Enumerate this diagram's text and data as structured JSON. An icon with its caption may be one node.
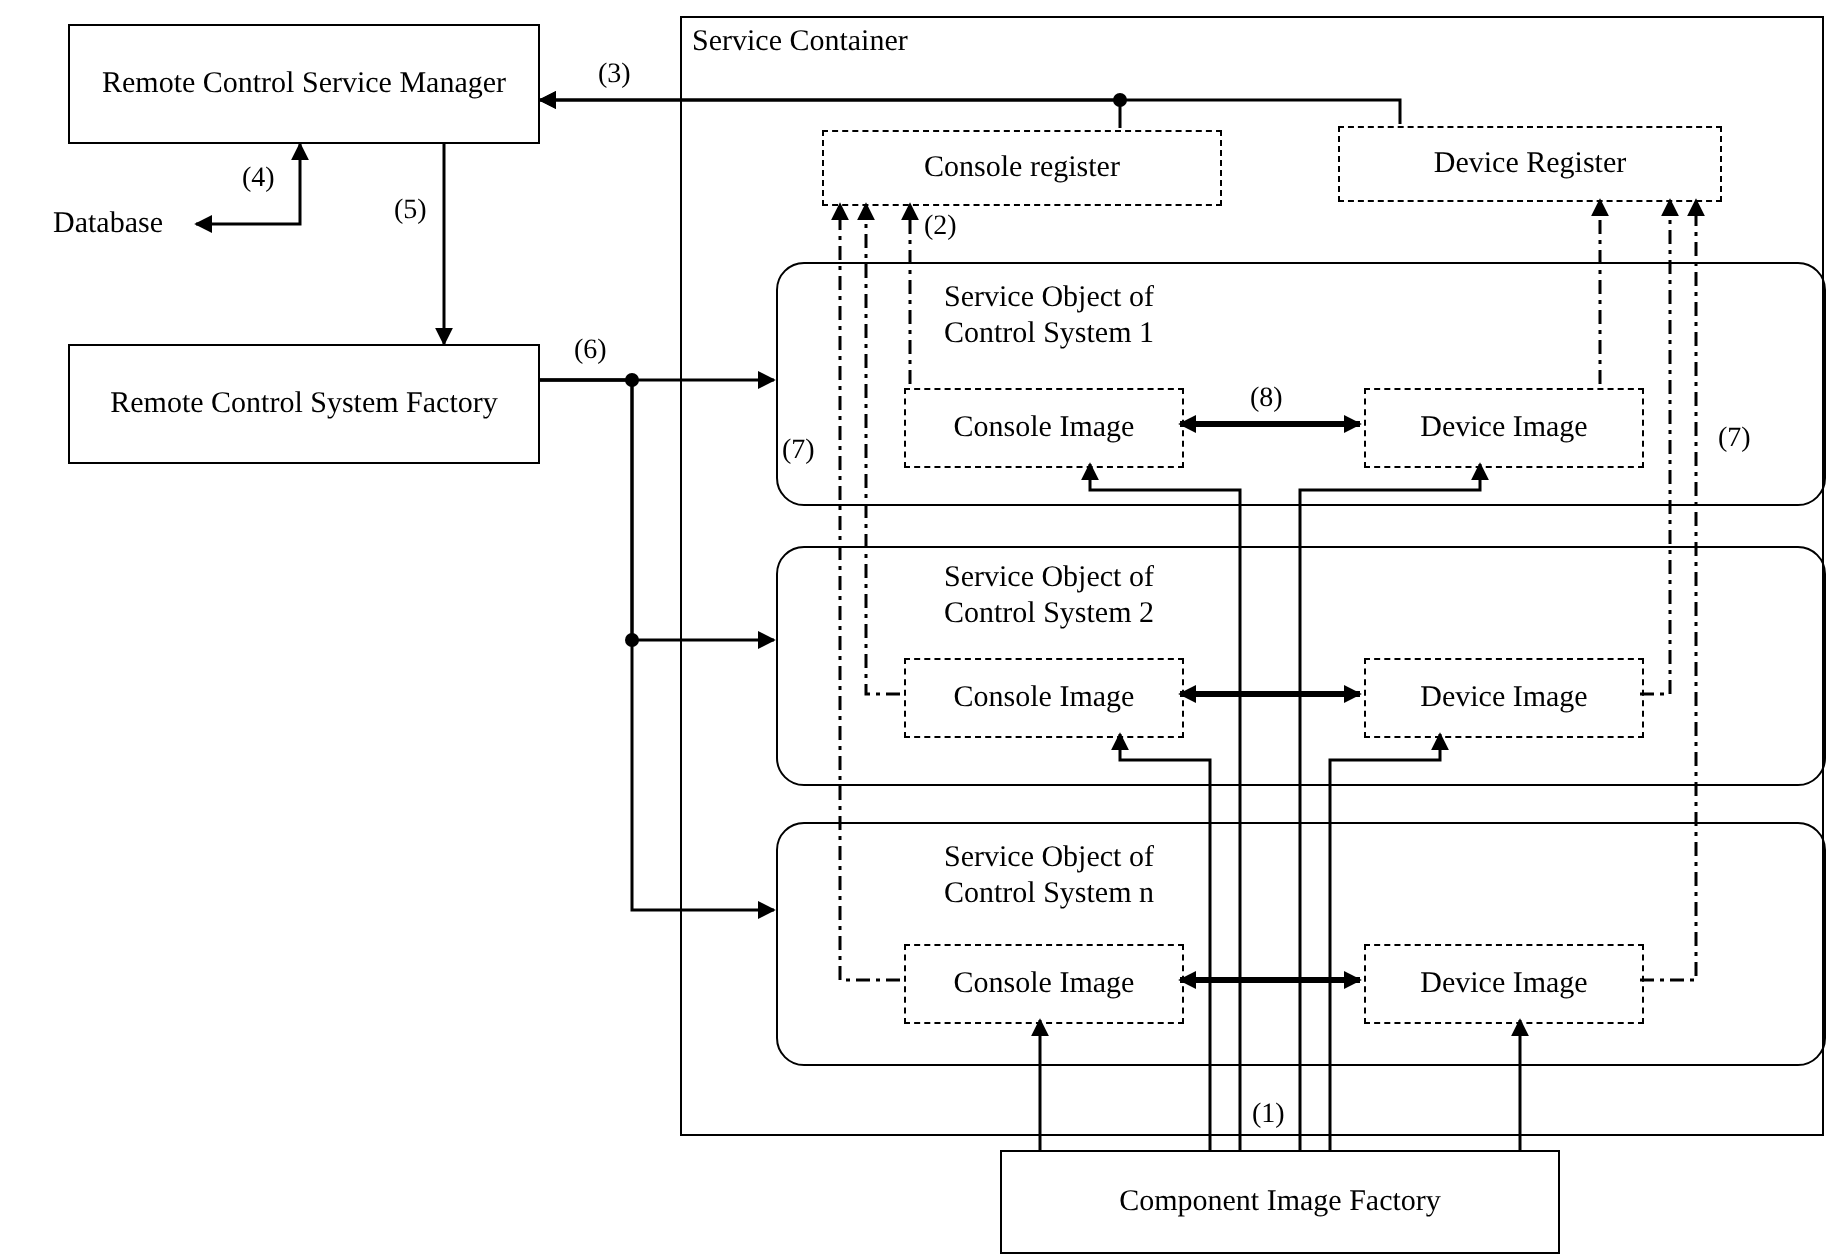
{
  "diagram": {
    "nodes": [
      {
        "text": [
          "Remote Control Service Manager"
        ]
      },
      {
        "text": [
          "Database"
        ]
      },
      {
        "text": [
          "Remote Control System Factory"
        ]
      },
      {
        "text": [
          "Service Container"
        ]
      },
      {
        "text": [
          "Console register"
        ],
        "in": 3
      },
      {
        "text": [
          "Device Register"
        ],
        "in": 3
      },
      {
        "text": [
          "Service Object of Control System 1"
        ],
        "in": 3
      },
      {
        "text": [
          "Console Image"
        ],
        "in": 6
      },
      {
        "text": [
          "Device Image"
        ],
        "in": 6
      },
      {
        "text": [
          "Service Object of Control System 2"
        ],
        "in": 3
      },
      {
        "text": [
          "Console Image"
        ],
        "in": 9
      },
      {
        "text": [
          "Device Image"
        ],
        "in": 9
      },
      {
        "text": [
          "Service Object of Control System n"
        ],
        "in": 3
      },
      {
        "text": [
          "Console Image"
        ],
        "in": 12
      },
      {
        "text": [
          "Device Image"
        ],
        "in": 12
      },
      {
        "text": [
          "Component Image Factory"
        ]
      }
    ],
    "edges": [
      {
        "from": 4,
        "to": 0,
        "arrow": "to",
        "label": "(3)"
      },
      {
        "from": 5,
        "to": 0,
        "arrow": "to"
      },
      {
        "from": 0,
        "to": 1,
        "arrow": "both",
        "label": "(4)"
      },
      {
        "from": 0,
        "to": 2,
        "arrow": "to",
        "label": "(5)"
      },
      {
        "from": 2,
        "to": 6,
        "arrow": "to",
        "label": "(6)"
      },
      {
        "from": 2,
        "to": 9,
        "arrow": "to"
      },
      {
        "from": 2,
        "to": 12,
        "arrow": "to"
      },
      {
        "from": 7,
        "to": 4,
        "arrow": "to",
        "style": "dashed",
        "label": "(2)"
      },
      {
        "from": 10,
        "to": 4,
        "arrow": "to",
        "style": "dashed"
      },
      {
        "from": 13,
        "to": 4,
        "arrow": "to",
        "style": "dashed"
      },
      {
        "from": 8,
        "to": 5,
        "arrow": "to",
        "style": "dashed"
      },
      {
        "from": 11,
        "to": 5,
        "arrow": "to",
        "style": "dashed"
      },
      {
        "from": 14,
        "to": 5,
        "arrow": "to",
        "style": "dashed"
      },
      {
        "from": 7,
        "to": 8,
        "arrow": "both",
        "style": "thick",
        "label": "(8)"
      },
      {
        "from": 10,
        "to": 11,
        "arrow": "both",
        "style": "thick"
      },
      {
        "from": 13,
        "to": 14,
        "arrow": "both",
        "style": "thick"
      },
      {
        "from": 15,
        "to": 7,
        "arrow": "to",
        "label": "(1)"
      },
      {
        "from": 15,
        "to": 10,
        "arrow": "to"
      },
      {
        "from": 15,
        "to": 13,
        "arrow": "to"
      },
      {
        "from": 15,
        "to": 8,
        "arrow": "to"
      },
      {
        "from": 15,
        "to": 11,
        "arrow": "to"
      },
      {
        "from": 15,
        "to": 14,
        "arrow": "to"
      }
    ],
    "labels": [
      "(7)",
      "(7)"
    ]
  }
}
